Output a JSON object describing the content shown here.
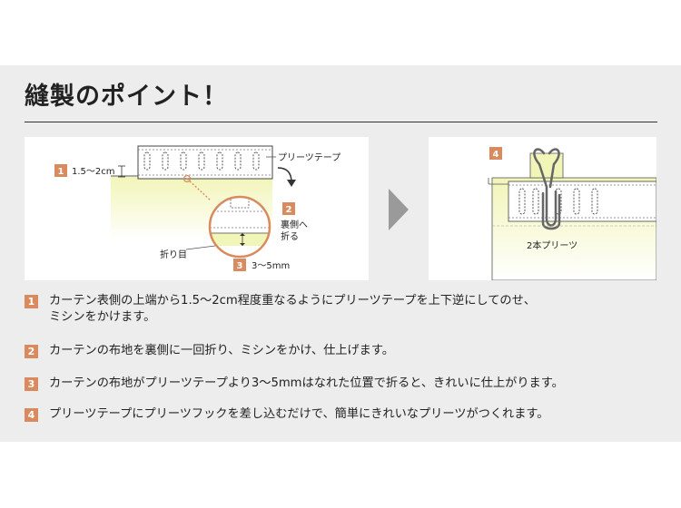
{
  "title": "縫製のポイント！",
  "left_diagram": {
    "badge1": "1",
    "measure1": "1.5〜2cm",
    "tape_label": "プリーツテープ",
    "badge2": "2",
    "fold_label_line1": "裏側へ",
    "fold_label_line2": "折る",
    "crease_label": "折り目",
    "badge3": "3",
    "measure3": "3〜5mm"
  },
  "right_diagram": {
    "badge4": "4",
    "hook_label": "2本プリーツ"
  },
  "steps": [
    {
      "num": "1",
      "line1": "カーテン表側の上端から1.5〜2cm程度重なるようにプリーツテープを上下逆にしてのせ、",
      "line2": "ミシンをかけます。"
    },
    {
      "num": "2",
      "line1": "カーテンの布地を裏側に一回折り、ミシンをかけ、仕上げます。",
      "line2": ""
    },
    {
      "num": "3",
      "line1": "カーテンの布地がプリーツテープより3〜5mmはなれた位置で折ると、きれいに仕上がります。",
      "line2": ""
    },
    {
      "num": "4",
      "line1": "プリーツテープにプリーツフックを差し込むだけで、簡単にきれいなプリーツがつくれます。",
      "line2": ""
    }
  ],
  "colors": {
    "badge": "#d98b5f",
    "fabric": "#f2f5b8",
    "panel": "#ededed",
    "arrow": "#9a9a9a"
  },
  "icons": {
    "arrow": "chevron-right-icon"
  }
}
